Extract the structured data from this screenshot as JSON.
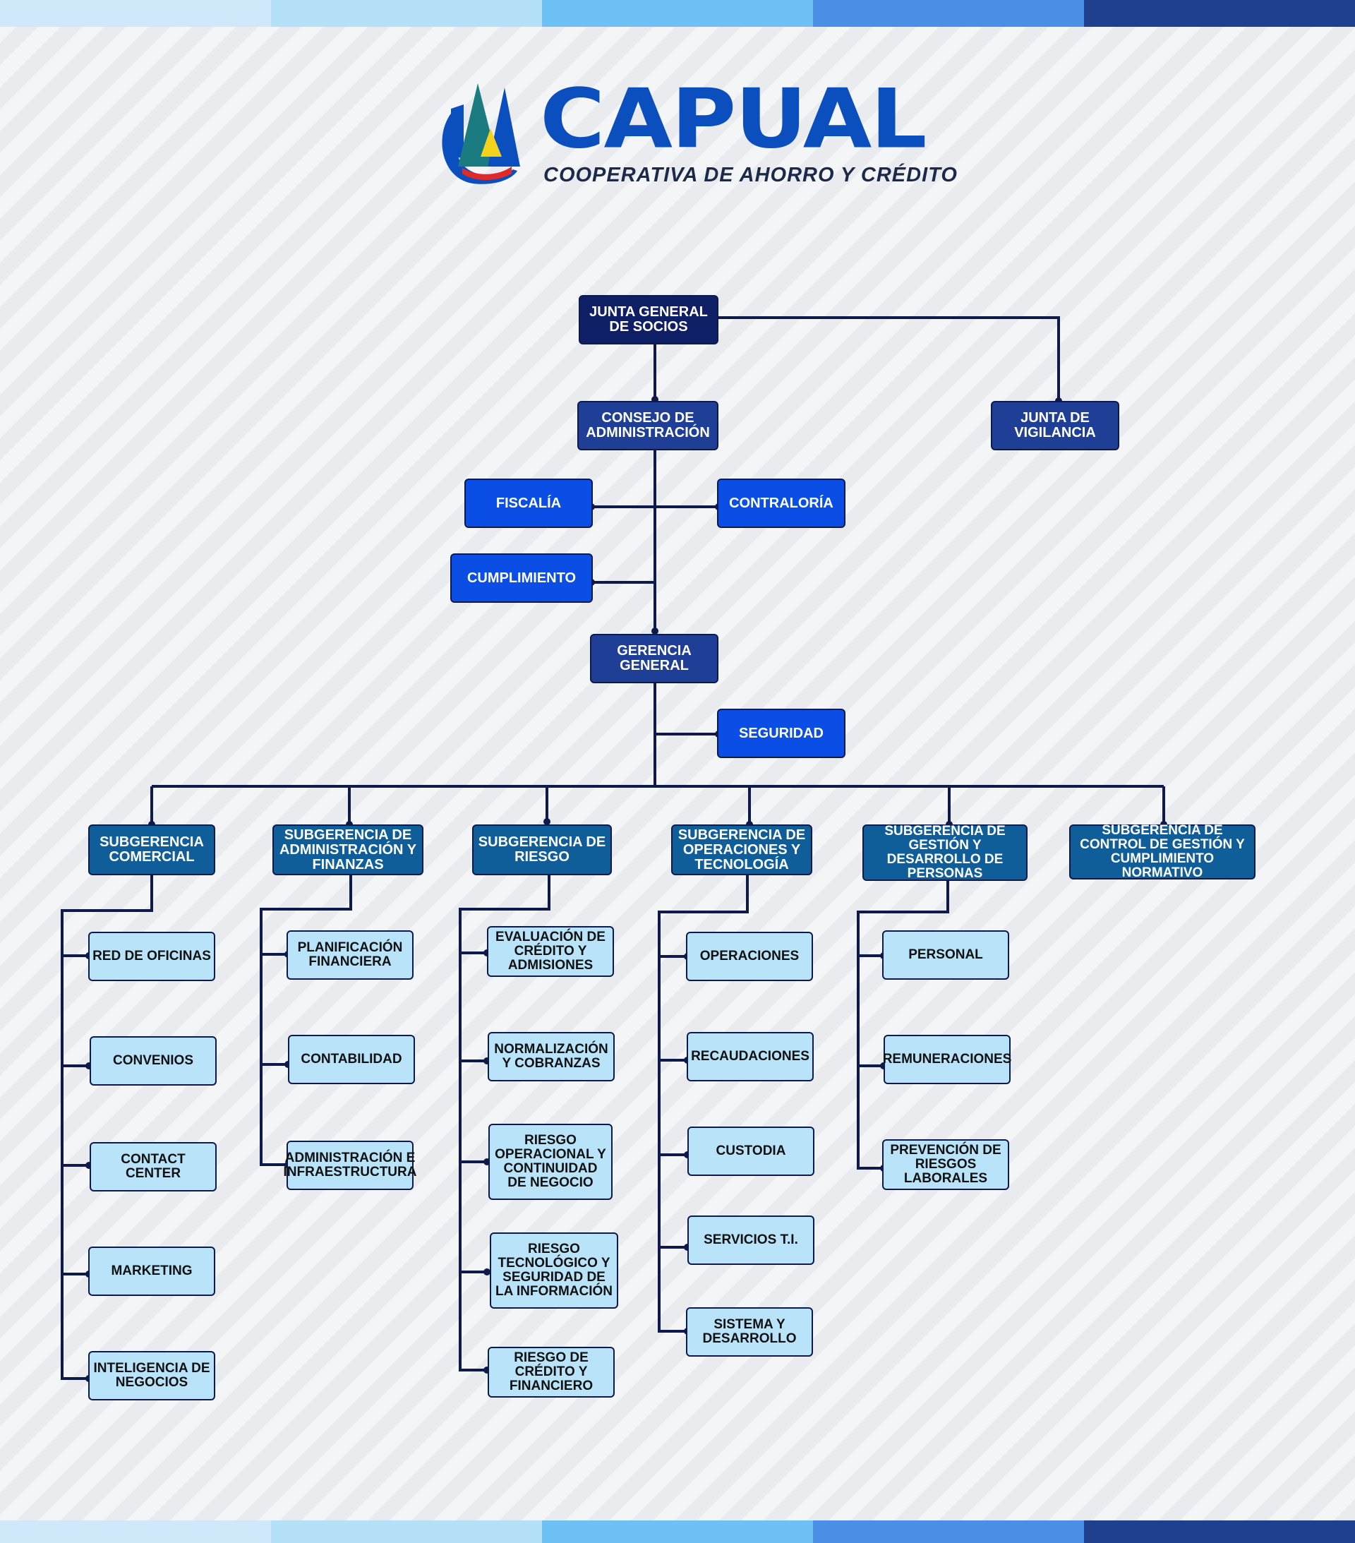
{
  "colors": {
    "stripe": [
      "#cfe9fb",
      "#b4e0f8",
      "#6ec1f4",
      "#4b8ee6",
      "#1f3f8f"
    ],
    "top_level": "#0f1f66",
    "board": "#1f3f96",
    "staff": "#0a4ee6",
    "subgerencia": "#0f5e9a",
    "unit": "#b9e3f9",
    "connector": "#0d1a4a",
    "logo_blue": "#0a4fbd"
  },
  "logo": {
    "name": "CAPUAL",
    "tagline": "COOPERATIVA DE AHORRO Y CRÉDITO",
    "icon": "capual-mountain-logo-icon"
  },
  "org": {
    "junta_general": "JUNTA GENERAL DE SOCIOS",
    "consejo": "CONSEJO DE ADMINISTRACIÓN",
    "junta_vigilancia": "JUNTA DE VIGILANCIA",
    "fiscalia": "FISCALÍA",
    "contraloria": "CONTRALORÍA",
    "cumplimiento": "CUMPLIMIENTO",
    "gerencia_general": "GERENCIA GENERAL",
    "seguridad": "SEGURIDAD",
    "subgerencias": [
      {
        "title": "SUBGERENCIA COMERCIAL",
        "units": [
          "RED DE OFICINAS",
          "CONVENIOS",
          "CONTACT CENTER",
          "MARKETING",
          "INTELIGENCIA DE NEGOCIOS"
        ]
      },
      {
        "title": "SUBGERENCIA DE ADMINISTRACIÓN Y FINANZAS",
        "units": [
          "PLANIFICACIÓN FINANCIERA",
          "CONTABILIDAD",
          "ADMINISTRACIÓN E INFRAESTRUCTURA"
        ]
      },
      {
        "title": "SUBGERENCIA DE RIESGO",
        "units": [
          "EVALUACIÓN DE CRÉDITO Y ADMISIONES",
          "NORMALIZACIÓN Y COBRANZAS",
          "RIESGO OPERACIONAL Y CONTINUIDAD DE NEGOCIO",
          "RIESGO TECNOLÓGICO Y SEGURIDAD DE LA INFORMACIÓN",
          "RIESGO DE CRÉDITO Y FINANCIERO"
        ]
      },
      {
        "title": "SUBGERENCIA DE OPERACIONES Y TECNOLOGÍA",
        "units": [
          "OPERACIONES",
          "RECAUDACIONES",
          "CUSTODIA",
          "SERVICIOS T.I.",
          "SISTEMA Y DESARROLLO"
        ]
      },
      {
        "title": "SUBGERENCIA DE GESTIÓN Y DESARROLLO DE PERSONAS",
        "units": [
          "PERSONAL",
          "REMUNERACIONES",
          "PREVENCIÓN DE RIESGOS LABORALES"
        ]
      },
      {
        "title": "SUBGERENCIA DE CONTROL DE GESTIÓN Y CUMPLIMIENTO NORMATIVO",
        "units": []
      }
    ]
  }
}
